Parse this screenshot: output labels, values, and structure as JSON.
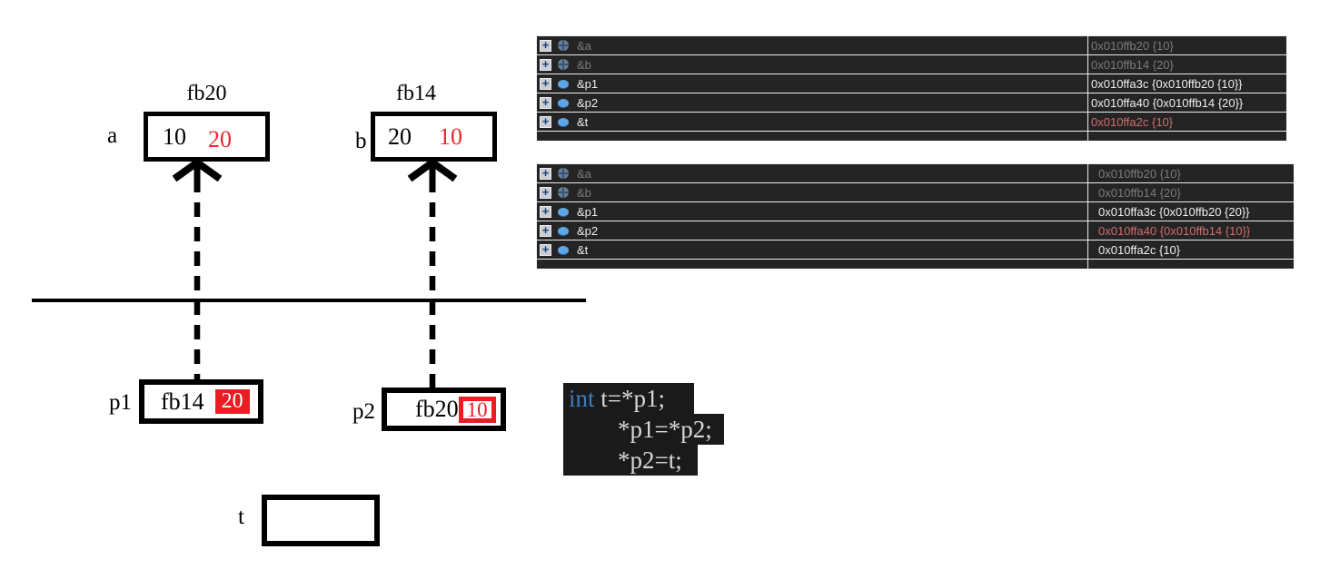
{
  "diagram": {
    "a": {
      "label": "a",
      "addr_label": "fb20",
      "old_value": "10",
      "new_value": "20"
    },
    "b": {
      "label": "b",
      "addr_label": "fb14",
      "old_value": "20",
      "new_value": "10"
    },
    "p1": {
      "label": "p1",
      "value": "fb14",
      "badge_value": "20"
    },
    "p2": {
      "label": "p2",
      "value": "fb20",
      "badge_value": "10"
    },
    "t": {
      "label": "t",
      "value": ""
    }
  },
  "watch_top": {
    "rows": [
      {
        "icon": "globe",
        "name": "&a",
        "value": "0x010ffb20 {10}",
        "name_style": "dim",
        "value_style": "dim"
      },
      {
        "icon": "globe",
        "name": "&b",
        "value": "0x010ffb14 {20}",
        "name_style": "dim",
        "value_style": "dim"
      },
      {
        "icon": "pointer",
        "name": "&p1",
        "value": "0x010ffa3c {0x010ffb20 {10}}",
        "name_style": "normal",
        "value_style": "normal"
      },
      {
        "icon": "pointer",
        "name": "&p2",
        "value": "0x010ffa40 {0x010ffb14 {20}}",
        "name_style": "normal",
        "value_style": "normal"
      },
      {
        "icon": "pointer",
        "name": "&t",
        "value": "0x010ffa2c {10}",
        "name_style": "normal",
        "value_style": "changed"
      }
    ]
  },
  "watch_bottom": {
    "rows": [
      {
        "icon": "globe",
        "name": "&a",
        "value": "0x010ffb20 {10}",
        "name_style": "dim",
        "value_style": "dim"
      },
      {
        "icon": "globe",
        "name": "&b",
        "value": "0x010ffb14 {20}",
        "name_style": "dim",
        "value_style": "dim"
      },
      {
        "icon": "pointer",
        "name": "&p1",
        "value": "0x010ffa3c {0x010ffb20 {20}}",
        "name_style": "normal",
        "value_style": "normal"
      },
      {
        "icon": "pointer",
        "name": "&p2",
        "value": "0x010ffa40 {0x010ffb14 {10}}",
        "name_style": "normal",
        "value_style": "changed"
      },
      {
        "icon": "pointer",
        "name": "&t",
        "value": "0x010ffa2c {10}",
        "name_style": "normal",
        "value_style": "normal"
      }
    ]
  },
  "code": {
    "keyword": "int",
    "line1_rest": " t=*p1;",
    "line2": "*p1=*p2;",
    "line3": "*p2=t;"
  },
  "icons": {
    "expand": "plus-box",
    "globe": "globe-sphere",
    "pointer": "pointer-disc"
  },
  "colors": {
    "annotation_red": "#e8262c",
    "badge_red": "#ea1c24",
    "changed_value": "#d16d6d",
    "dim_text": "#7b7b7b",
    "panel_bg": "#242424",
    "keyword_blue": "#3e7cc0"
  }
}
